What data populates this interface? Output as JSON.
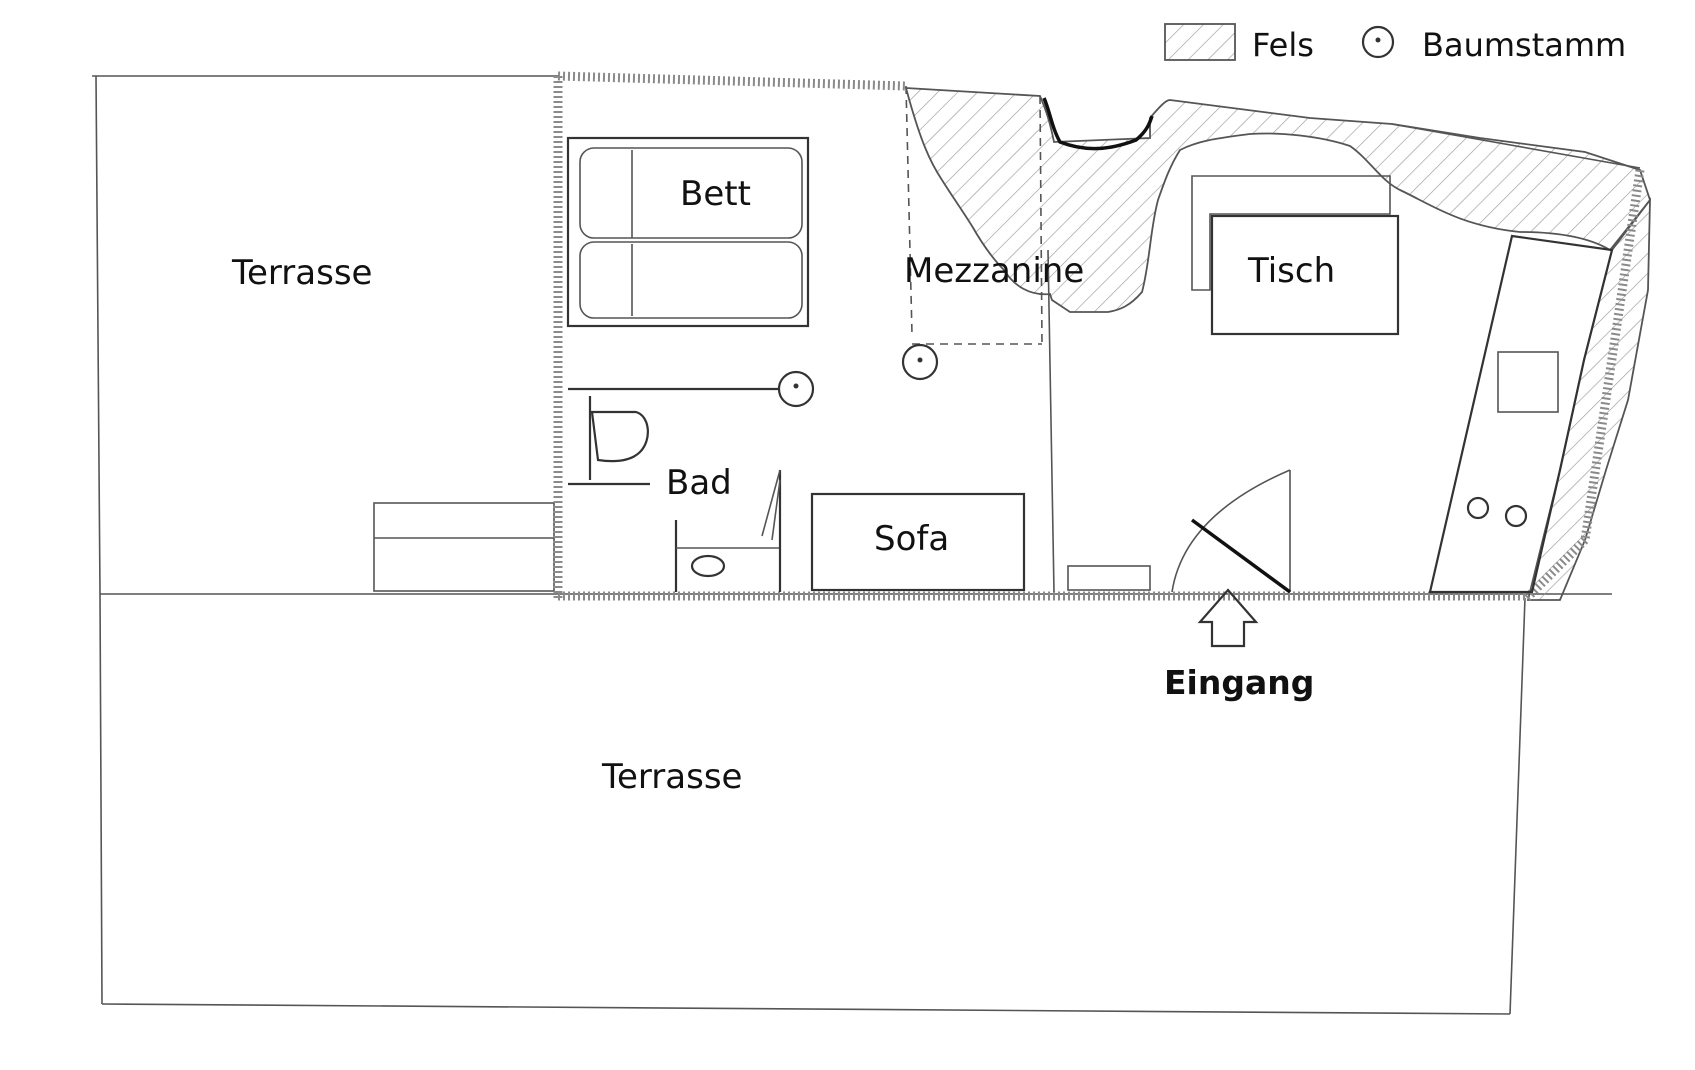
{
  "legend": {
    "rock_label": "Fels",
    "trunk_label": "Baumstamm",
    "rock_icon": "hatched-rectangle",
    "trunk_icon": "tree-trunk-circle"
  },
  "rooms": {
    "terrace_left": "Terrasse",
    "terrace_bottom": "Terrasse",
    "bed": "Bett",
    "mezzanine": "Mezzanine",
    "table": "Tisch",
    "bath": "Bad",
    "sofa": "Sofa"
  },
  "entrance": {
    "label": "Eingang",
    "arrow_icon": "arrow-up-icon"
  },
  "colors": {
    "pencil": "#333333",
    "hatch": "#9a9a9a",
    "paper": "#ffffff"
  }
}
